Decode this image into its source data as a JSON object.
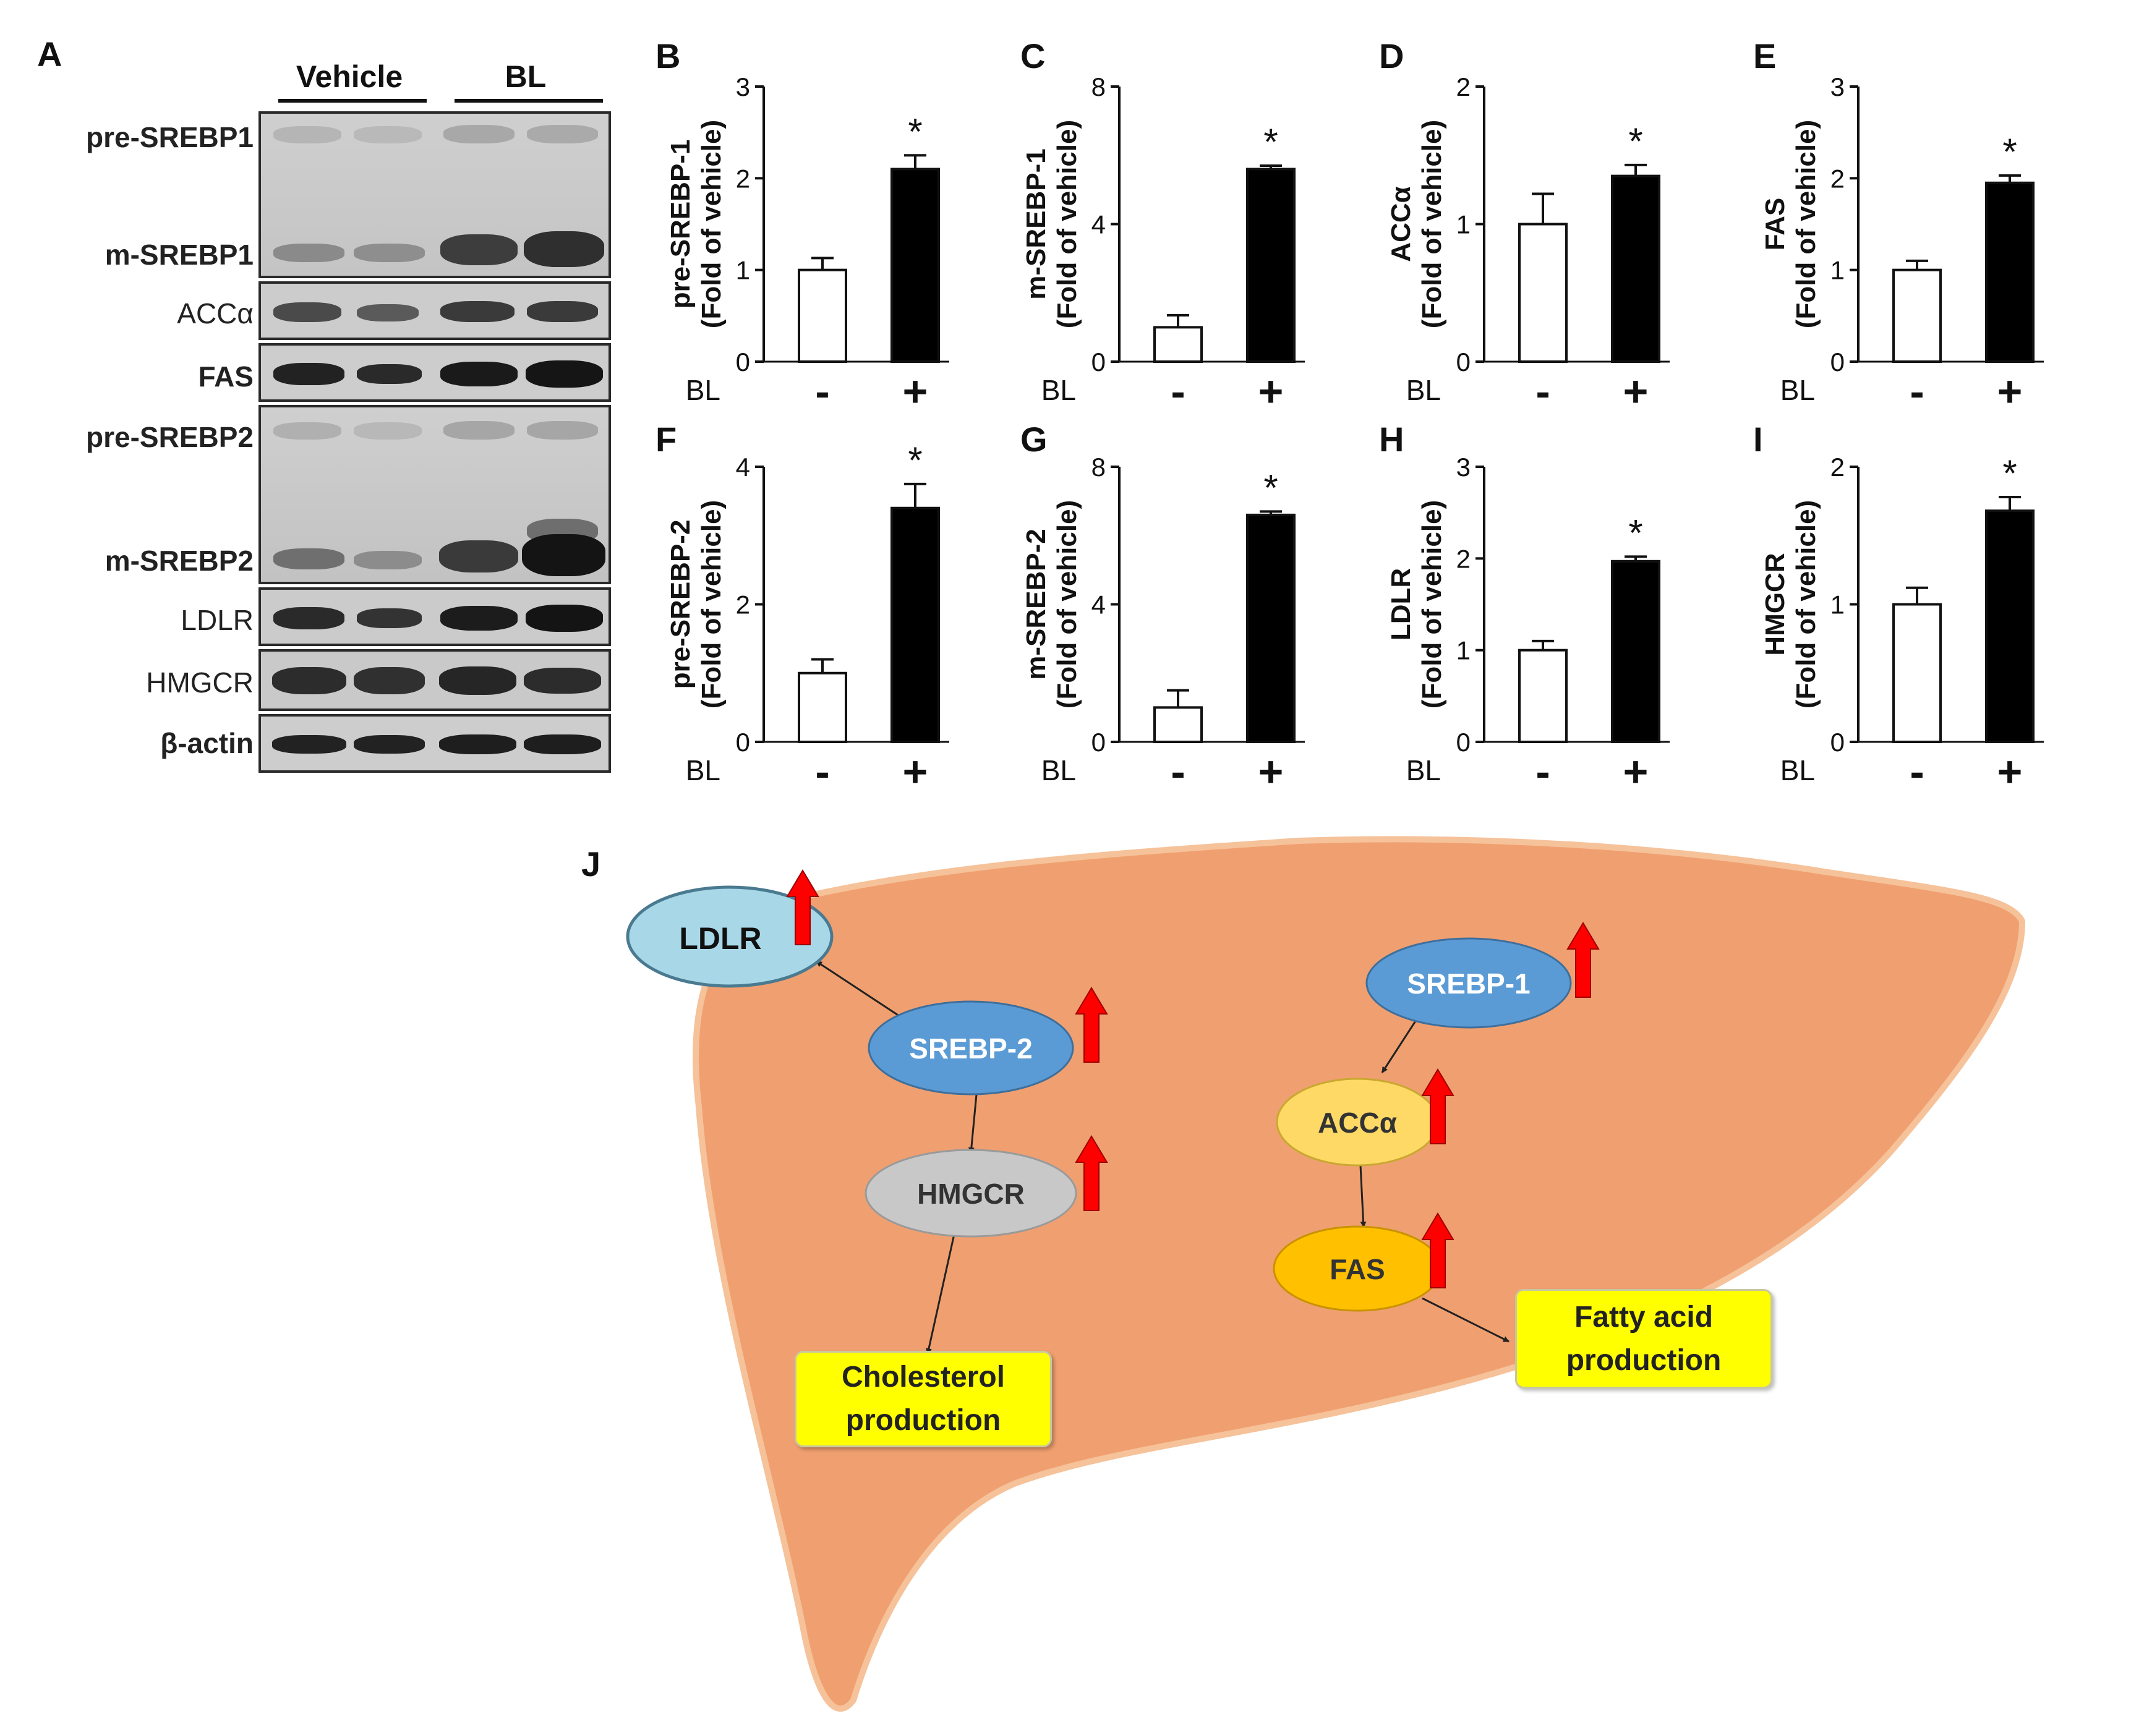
{
  "figure": {
    "panel_letters": {
      "A": "A",
      "B": "B",
      "C": "C",
      "D": "D",
      "E": "E",
      "F": "F",
      "G": "G",
      "H": "H",
      "I": "I",
      "J": "J"
    }
  },
  "western_blot": {
    "groups": [
      "Vehicle",
      "BL"
    ],
    "rows": [
      {
        "label": "pre-SREBP1"
      },
      {
        "label": "m-SREBP1"
      },
      {
        "label": "ACCα"
      },
      {
        "label": "FAS"
      },
      {
        "label": "pre-SREBP2"
      },
      {
        "label": "m-SREBP2"
      },
      {
        "label": "LDLR"
      },
      {
        "label": "HMGCR"
      },
      {
        "label": "β-actin"
      }
    ]
  },
  "chart_data": [
    {
      "panel": "B",
      "type": "bar",
      "ylabel": "pre-SREBP-1\n(Fold of vehicle)",
      "xlabel": "BL",
      "categories": [
        "-",
        "+"
      ],
      "values": [
        1.0,
        2.1
      ],
      "errors": [
        0.13,
        0.15
      ],
      "ylim": [
        0,
        3
      ],
      "yticks": [
        0,
        1,
        2,
        3
      ],
      "significance": [
        "",
        "*"
      ],
      "colors": [
        "#ffffff",
        "#000000"
      ]
    },
    {
      "panel": "C",
      "type": "bar",
      "ylabel": "m-SREBP-1\n(Fold of vehicle)",
      "xlabel": "BL",
      "categories": [
        "-",
        "+"
      ],
      "values": [
        1.0,
        5.6
      ],
      "errors": [
        0.35,
        0.1
      ],
      "ylim": [
        0,
        8
      ],
      "yticks": [
        0,
        4,
        8
      ],
      "significance": [
        "",
        "*"
      ],
      "colors": [
        "#ffffff",
        "#000000"
      ]
    },
    {
      "panel": "D",
      "type": "bar",
      "ylabel": "ACCα\n(Fold of vehicle)",
      "xlabel": "BL",
      "categories": [
        "-",
        "+"
      ],
      "values": [
        1.0,
        1.35
      ],
      "errors": [
        0.22,
        0.08
      ],
      "ylim": [
        0,
        2
      ],
      "yticks": [
        0,
        1,
        2
      ],
      "significance": [
        "",
        "*"
      ],
      "colors": [
        "#ffffff",
        "#000000"
      ]
    },
    {
      "panel": "E",
      "type": "bar",
      "ylabel": "FAS\n(Fold of vehicle)",
      "xlabel": "BL",
      "categories": [
        "-",
        "+"
      ],
      "values": [
        1.0,
        1.95
      ],
      "errors": [
        0.1,
        0.08
      ],
      "ylim": [
        0,
        3
      ],
      "yticks": [
        0,
        1,
        2,
        3
      ],
      "significance": [
        "",
        "*"
      ],
      "colors": [
        "#ffffff",
        "#000000"
      ]
    },
    {
      "panel": "F",
      "type": "bar",
      "ylabel": "pre-SREBP-2\n(Fold of vehicle)",
      "xlabel": "BL",
      "categories": [
        "-",
        "+"
      ],
      "values": [
        1.0,
        3.4
      ],
      "errors": [
        0.2,
        0.35
      ],
      "ylim": [
        0,
        4
      ],
      "yticks": [
        0,
        2,
        4
      ],
      "significance": [
        "",
        "*"
      ],
      "colors": [
        "#ffffff",
        "#000000"
      ]
    },
    {
      "panel": "G",
      "type": "bar",
      "ylabel": "m-SREBP-2\n(Fold of vehicle)",
      "xlabel": "BL",
      "categories": [
        "-",
        "+"
      ],
      "values": [
        1.0,
        6.6
      ],
      "errors": [
        0.5,
        0.1
      ],
      "ylim": [
        0,
        8
      ],
      "yticks": [
        0,
        4,
        8
      ],
      "significance": [
        "",
        "*"
      ],
      "colors": [
        "#ffffff",
        "#000000"
      ]
    },
    {
      "panel": "H",
      "type": "bar",
      "ylabel": "LDLR\n(Fold of vehicle)",
      "xlabel": "BL",
      "categories": [
        "-",
        "+"
      ],
      "values": [
        1.0,
        1.97
      ],
      "errors": [
        0.1,
        0.05
      ],
      "ylim": [
        0,
        3
      ],
      "yticks": [
        0,
        1,
        2,
        3
      ],
      "significance": [
        "",
        "*"
      ],
      "colors": [
        "#ffffff",
        "#000000"
      ]
    },
    {
      "panel": "I",
      "type": "bar",
      "ylabel": "HMGCR\n(Fold of vehicle)",
      "xlabel": "BL",
      "categories": [
        "-",
        "+"
      ],
      "values": [
        1.0,
        1.68
      ],
      "errors": [
        0.12,
        0.1
      ],
      "ylim": [
        0,
        2
      ],
      "yticks": [
        0,
        1,
        2
      ],
      "significance": [
        "",
        "*"
      ],
      "colors": [
        "#ffffff",
        "#000000"
      ]
    }
  ],
  "diagram": {
    "nodes": {
      "ldlr": "LDLR",
      "srebp2": "SREBP-2",
      "hmgcr": "HMGCR",
      "srebp1": "SREBP-1",
      "acca": "ACCα",
      "fas": "FAS"
    },
    "boxes": {
      "cholesterol": "Cholesterol\nproduction",
      "fatty_acid": "Fatty acid\nproduction"
    },
    "colors": {
      "liver": "#f0a070",
      "ldlr": "#a8d8e8",
      "srebp": "#5b9bd5",
      "hmgcr": "#c8c8c8",
      "acca": "#ffd966",
      "fas": "#ffc000",
      "box": "#ffff00",
      "arrow_up": "#ff0000"
    }
  }
}
